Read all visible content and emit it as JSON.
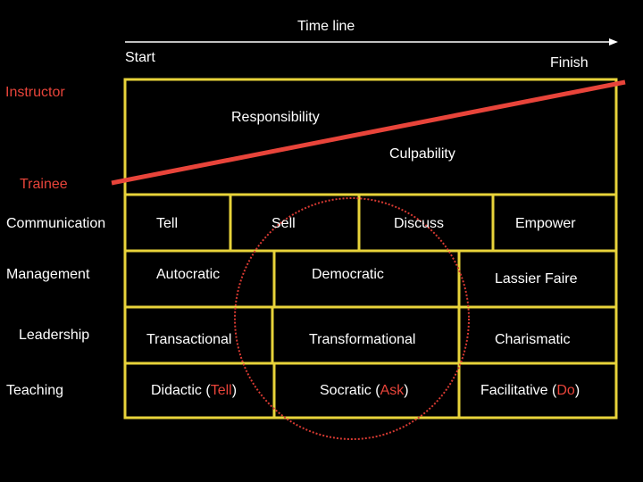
{
  "timeline": {
    "title": "Time line",
    "start": "Start",
    "finish": "Finish"
  },
  "roles": {
    "instructor": "Instructor",
    "trainee": "Trainee"
  },
  "gradient": {
    "responsibility": "Responsibility",
    "culpability": "Culpability"
  },
  "rows": {
    "communication": {
      "label": "Communication",
      "cells": [
        "Tell",
        "Sell",
        "Discuss",
        "Empower"
      ]
    },
    "management": {
      "label": "Management",
      "cells": [
        "Autocratic",
        "Democratic",
        "Lassier Faire"
      ]
    },
    "leadership": {
      "label": "Leadership",
      "cells": [
        "Transactional",
        "Transformational",
        "Charismatic"
      ]
    },
    "teaching": {
      "label": "Teaching",
      "cells": [
        {
          "pre": "Didactic (",
          "em": "Tell",
          "post": ")"
        },
        {
          "pre": "Socratic (",
          "em": "Ask",
          "post": ")"
        },
        {
          "pre": "Facilitative (",
          "em": "Do",
          "post": ")"
        }
      ]
    }
  },
  "colors": {
    "background": "#000000",
    "grid": "#e8d33a",
    "accent": "#e8443a",
    "text": "#ffffff"
  }
}
